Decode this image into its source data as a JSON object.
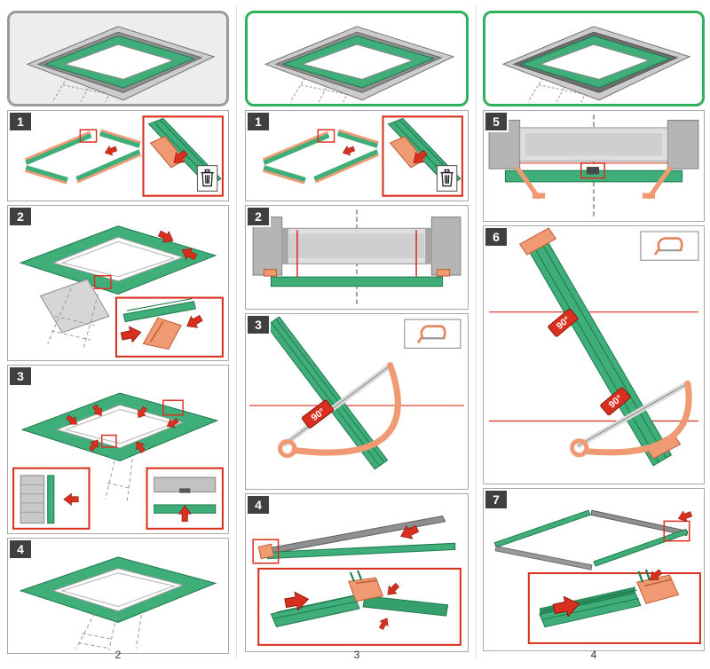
{
  "columns": [
    {
      "page_number": "2",
      "overview": {
        "state": "inactive",
        "border_color": "#9a9a9a"
      },
      "steps": [
        {
          "num": "1"
        },
        {
          "num": "2"
        },
        {
          "num": "3"
        },
        {
          "num": "4"
        }
      ]
    },
    {
      "page_number": "3",
      "overview": {
        "state": "active",
        "border_color": "#2eb05c"
      },
      "steps": [
        {
          "num": "1"
        },
        {
          "num": "2"
        },
        {
          "num": "3",
          "angle_label": "90°"
        },
        {
          "num": "4"
        }
      ]
    },
    {
      "page_number": "4",
      "overview": {
        "state": "active",
        "border_color": "#2eb05c"
      },
      "steps": [
        {
          "num": "5"
        },
        {
          "num": "6",
          "angle_labels": [
            "90°",
            "90°"
          ]
        },
        {
          "num": "7"
        }
      ]
    }
  ],
  "icons": {
    "trash_bin_icon": "waste-disposal bin symbol",
    "hacksaw_icon": "hacksaw tool symbol",
    "red_arrow_icon": "red direction arrow"
  },
  "colors": {
    "trim_green": "#3fae79",
    "trim_green_dark": "#1f7a4f",
    "wood_orange": "#ef9a72",
    "wood_orange_dark": "#c05f35",
    "accent_red": "#d92f1f",
    "frame_gray": "#8f8f8f",
    "panel_border": "#a8a8a8",
    "overview_border_inactive": "#9a9a9a",
    "overview_border_active": "#2eb05c",
    "badge_bg": "#404040"
  }
}
